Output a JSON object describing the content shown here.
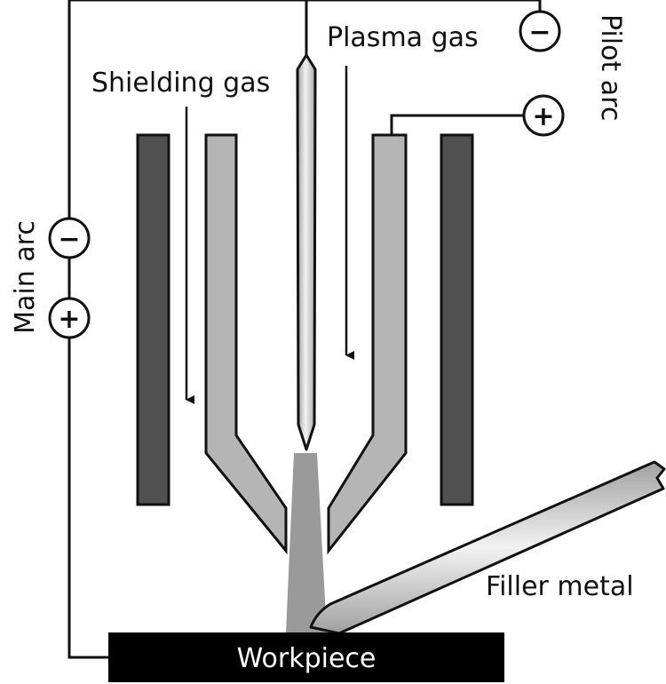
{
  "labels": {
    "plasma_gas": "Plasma gas",
    "shielding_gas": "Shielding gas",
    "pilot_arc": "Pilot arc",
    "main_arc": "Main arc",
    "filler_metal": "Filler metal",
    "workpiece": "Workpiece"
  },
  "polarity": {
    "negative": "−",
    "positive": "+"
  },
  "colors": {
    "outer_shield": "#505050",
    "inner_nozzle": "#b5b5b5",
    "electrode": "#d9d9d9",
    "plasma_arc": "#9a9a9a",
    "workpiece": "#000000",
    "line": "#111111"
  }
}
